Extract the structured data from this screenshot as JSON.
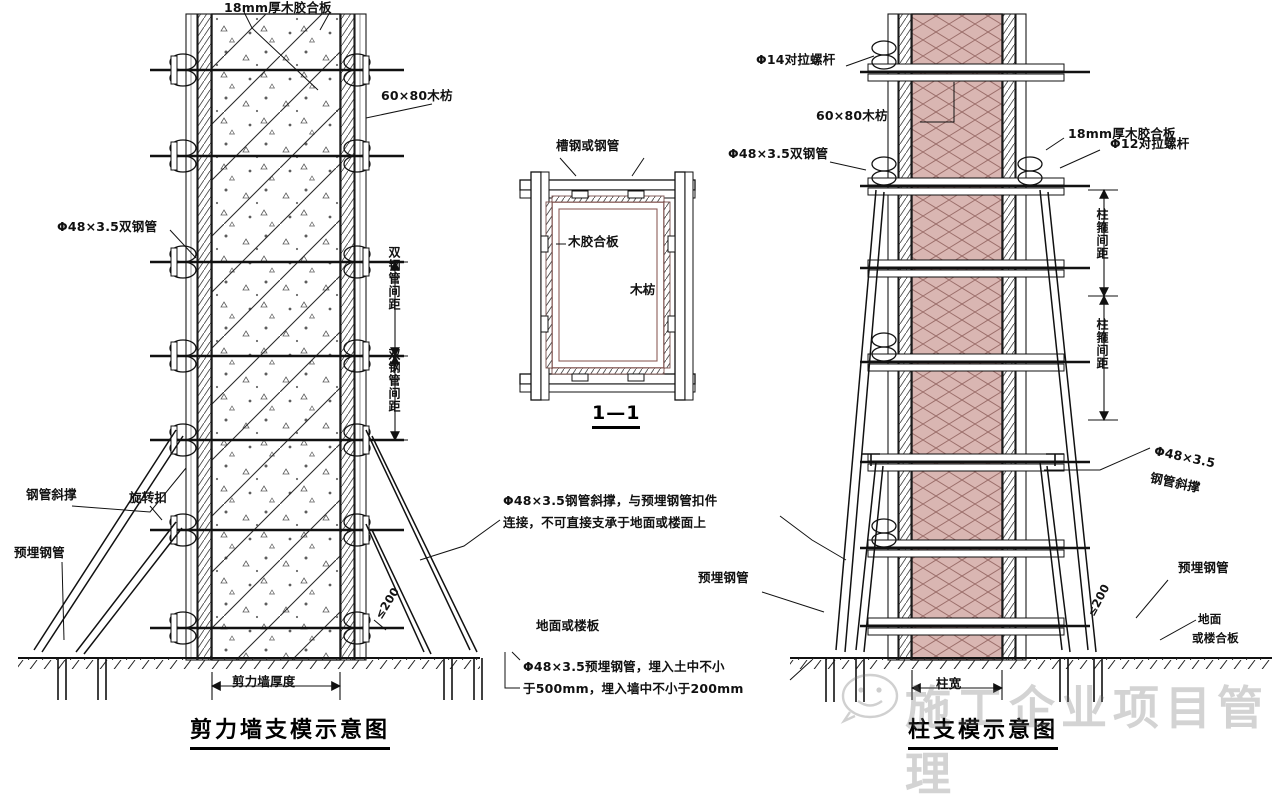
{
  "page": {
    "type": "engineering-drawing",
    "background": "#ffffff",
    "ink": "#1a1a1a",
    "concrete_fill": "#c9a9a6",
    "hatch_color": "#8c6b68"
  },
  "left_diagram": {
    "title": "剪力墙支模示意图",
    "labels": {
      "plywood": "18mm厚木胶合板",
      "timber": "60×80木枋",
      "double_pipe": "Φ48×3.5双钢管",
      "pipe_brace": "钢管斜撑",
      "swivel_clamp": "旋转扣",
      "embedded_pipe": "预埋钢管",
      "wall_thickness": "剪力墙厚度",
      "pipe_spacing_upper": "双钢管间距",
      "pipe_spacing_lower": "双钢管间距",
      "angle": "≤200"
    }
  },
  "center_section": {
    "title": "1—1",
    "labels": {
      "channel_or_pipe": "槽钢或钢管",
      "plywood": "木胶合板",
      "timber": "木枋"
    }
  },
  "right_diagram": {
    "title": "柱支模示意图",
    "labels": {
      "tie_rod_14": "Φ14对拉螺杆",
      "timber": "60×80木枋",
      "double_pipe": "Φ48×3.5双钢管",
      "plywood": "18mm厚木胶合板",
      "tie_rod_12": "Φ12对拉螺杆",
      "pipe_brace": "Φ48×3.5\n钢管斜撑",
      "pipe_brace_line1": "Φ48×3.5",
      "pipe_brace_line2": "钢管斜撑",
      "embedded_pipe": "预埋钢管",
      "ground_or_slab_line1": "地面",
      "ground_or_slab_line2": "或楼合板",
      "column_hoop_spacing_upper": "柱箍间距",
      "column_hoop_spacing_lower": "柱箍间距",
      "angle": "≤200",
      "column_width": "柱宽"
    }
  },
  "annotations": {
    "brace_note_line1": "Φ48×3.5钢管斜撑，与预埋钢管扣件",
    "brace_note_line2": "连接，不可直接支承于地面或楼面上",
    "ground_label_line1": "地面或楼板",
    "embed_note_line1": "Φ48×3.5预埋钢管，埋入土中不小",
    "embed_note_line2": "于500mm，埋入墙中不小于200mm",
    "center_embedded_pipe": "预埋钢管"
  },
  "watermark": {
    "text": "施工企业项目管理",
    "icon": "wechat-smiley-icon"
  }
}
